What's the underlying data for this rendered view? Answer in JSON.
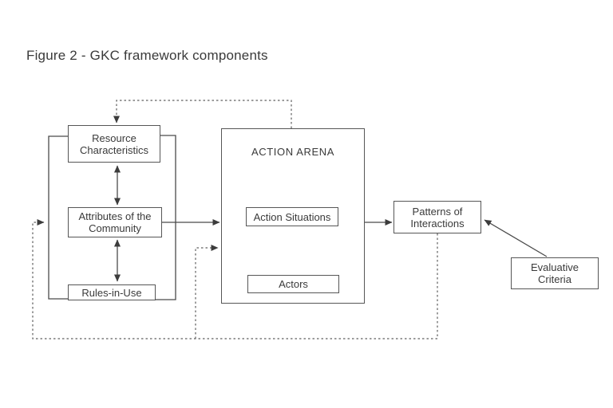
{
  "figure": {
    "caption": "Figure 2 - GKC framework components"
  },
  "diagram": {
    "boxes": {
      "resource_characteristics": {
        "label": "Resource\nCharacteristics"
      },
      "attributes_of_community": {
        "label": "Attributes of the\nCommunity"
      },
      "rules_in_use": {
        "label": "Rules-in-Use"
      },
      "action_arena": {
        "label": "ACTION ARENA"
      },
      "action_situations": {
        "label": "Action Situations"
      },
      "actors": {
        "label": "Actors"
      },
      "patterns_of_interactions": {
        "label": "Patterns of\nInteractions"
      },
      "evaluative_criteria": {
        "label": "Evaluative\nCriteria"
      }
    },
    "colors": {
      "solid_line": "#4a4a4a",
      "dashed_line": "#5f5f5f",
      "text": "#3a3a3a",
      "box_border": "#565656",
      "background": "#ffffff"
    }
  }
}
